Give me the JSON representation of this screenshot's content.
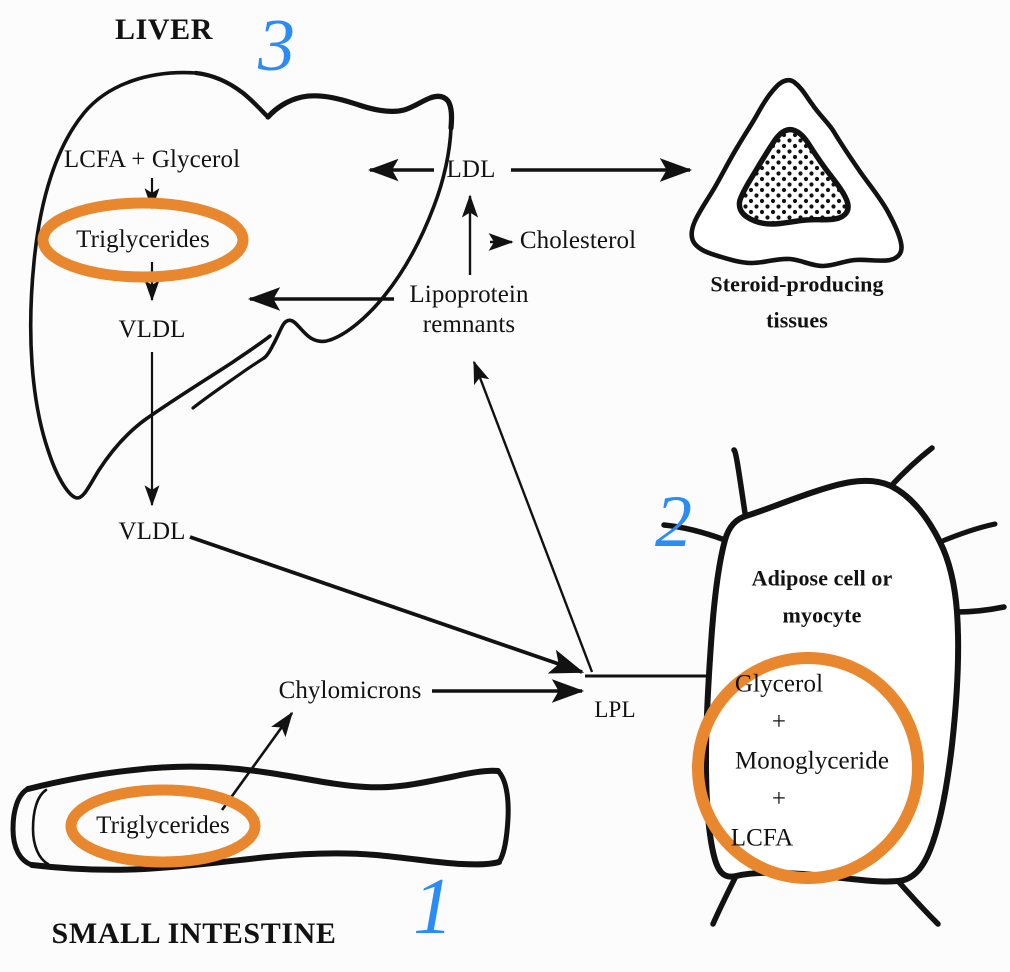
{
  "diagram": {
    "title": "Lipoprotein and triglyceride metabolism pathway",
    "background_color": "#fcfcfc",
    "ink_color": "#121212",
    "highlight_color": "#e8872e",
    "annotation_color": "#2b8cf5"
  },
  "organs": {
    "liver_label": "LIVER",
    "small_intestine_label": "SMALL INTESTINE",
    "steroid_tissue_label_line1": "Steroid-producing",
    "steroid_tissue_label_line2": "tissues",
    "adipose_cell_label_line1": "Adipose cell or",
    "adipose_cell_label_line2": "myocyte"
  },
  "nodes": {
    "lcfa_glycerol": "LCFA + Glycerol",
    "liver_triglycerides": "Triglycerides",
    "vldl_liver": "VLDL",
    "vldl_circulation": "VLDL",
    "ldl": "LDL",
    "cholesterol": "Cholesterol",
    "lipoprotein_remnants_line1": "Lipoprotein",
    "lipoprotein_remnants_line2": "remnants",
    "chylomicrons": "Chylomicrons",
    "lpl": "LPL",
    "intestine_triglycerides": "Triglycerides",
    "glycerol": "Glycerol",
    "plus_one": "+",
    "monoglyceride": "Monoglyceride",
    "plus_two": "+",
    "lcfa": "LCFA"
  },
  "annotations": {
    "marker_liver": "3",
    "marker_adipose": "2",
    "marker_intestine": "1"
  },
  "highlights": [
    {
      "name": "liver-triglycerides-circle",
      "shape": "ellipse"
    },
    {
      "name": "intestine-triglycerides-circle",
      "shape": "ellipse"
    },
    {
      "name": "adipose-products-circle",
      "shape": "ellipse"
    }
  ]
}
